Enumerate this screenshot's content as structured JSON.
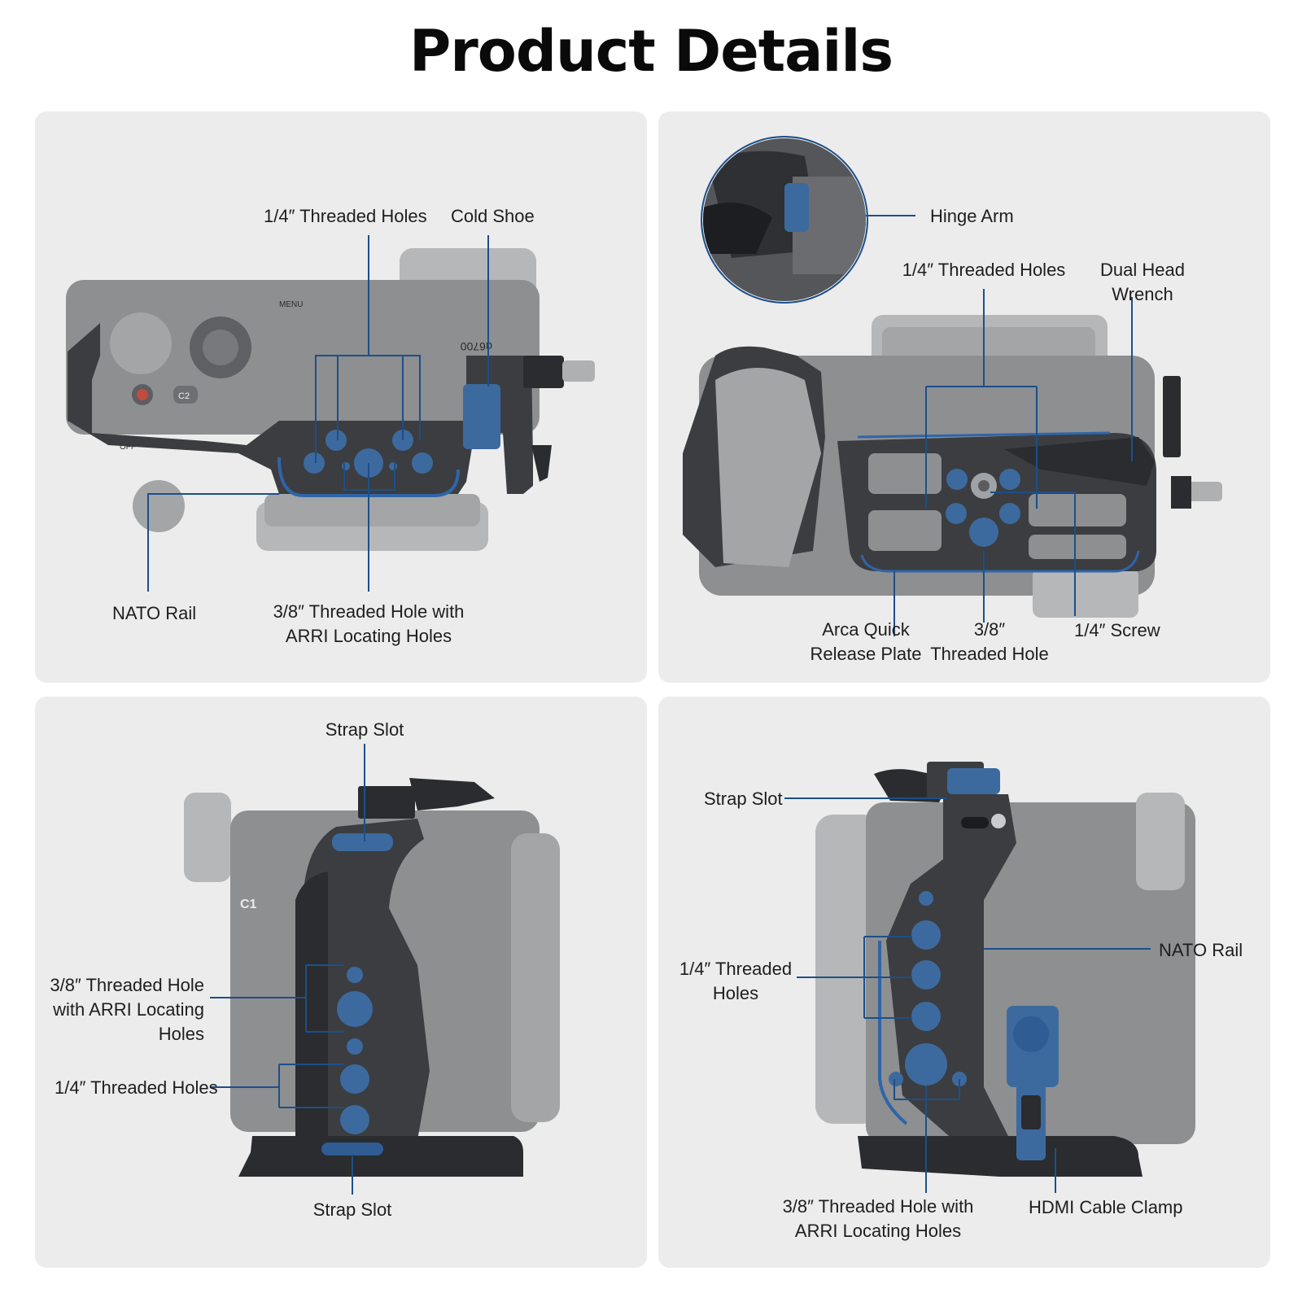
{
  "title": "Product Details",
  "panels": [
    {
      "labels": {
        "quarter_holes": "1/4″ Threaded Holes",
        "cold_shoe": "Cold Shoe",
        "nato_rail": "NATO Rail",
        "arri_hole_l1": "3/8″ Threaded Hole with",
        "arri_hole_l2": "ARRI Locating Holes"
      },
      "camera_text": {
        "model": "α6700",
        "menu": "MENU",
        "c2": "C2",
        "off": "OFF"
      }
    },
    {
      "labels": {
        "hinge_arm": "Hinge Arm",
        "quarter_holes": "1/4″ Threaded Holes",
        "wrench_l1": "Dual Head",
        "wrench_l2": "Wrench",
        "arca_l1": "Arca Quick",
        "arca_l2": "Release Plate",
        "threeeighth_l1": "3/8″",
        "threeeighth_l2": "Threaded Hole",
        "screw": "1/4″ Screw"
      }
    },
    {
      "labels": {
        "strap_top": "Strap Slot",
        "arri_l1": "3/8″ Threaded Hole",
        "arri_l2": "with ARRI Locating",
        "arri_l3": "Holes",
        "quarter_holes": "1/4″ Threaded Holes",
        "strap_bottom": "Strap Slot"
      },
      "camera_text": {
        "c1": "C1"
      }
    },
    {
      "labels": {
        "strap": "Strap Slot",
        "quarter_l1": "1/4″ Threaded",
        "quarter_l2": "Holes",
        "nato_rail": "NATO Rail",
        "arri_l1": "3/8″ Threaded Hole with",
        "arri_l2": "ARRI Locating Holes",
        "hdmi": "HDMI Cable Clamp"
      }
    }
  ],
  "colors": {
    "accent": "#3d6a9e",
    "leader_line": "#1d4f8a",
    "panel_bg": "#ececec"
  }
}
